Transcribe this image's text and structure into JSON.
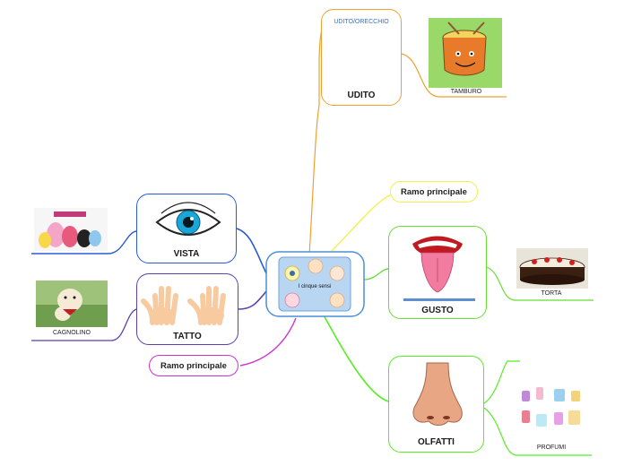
{
  "center": {
    "title": "I cinque sensi"
  },
  "branches": {
    "udito": {
      "label": "UDITO",
      "image_caption": "UDITO/ORECCHIO",
      "child_caption": "TAMBURO",
      "color": "#f0a030"
    },
    "ramo_top": {
      "label": "Ramo principale",
      "color": "#f0f050"
    },
    "gusto": {
      "label": "GUSTO",
      "child_caption": "TORTA",
      "color": "#66dd33"
    },
    "olfatti": {
      "label": "OLFATTI",
      "child_caption": "PROFUMI",
      "color": "#55ee22"
    },
    "vista": {
      "label": "VISTA",
      "color": "#2a5bd7"
    },
    "tatto": {
      "label": "TATTO",
      "child_caption": "CAGNOLINO",
      "color": "#5d3fb0"
    },
    "ramo_bottom": {
      "label": "Ramo principale",
      "color": "#cc33cc"
    }
  },
  "colors": {
    "center_border": "#4a90d9",
    "center_fill": "#e8f2fb"
  }
}
